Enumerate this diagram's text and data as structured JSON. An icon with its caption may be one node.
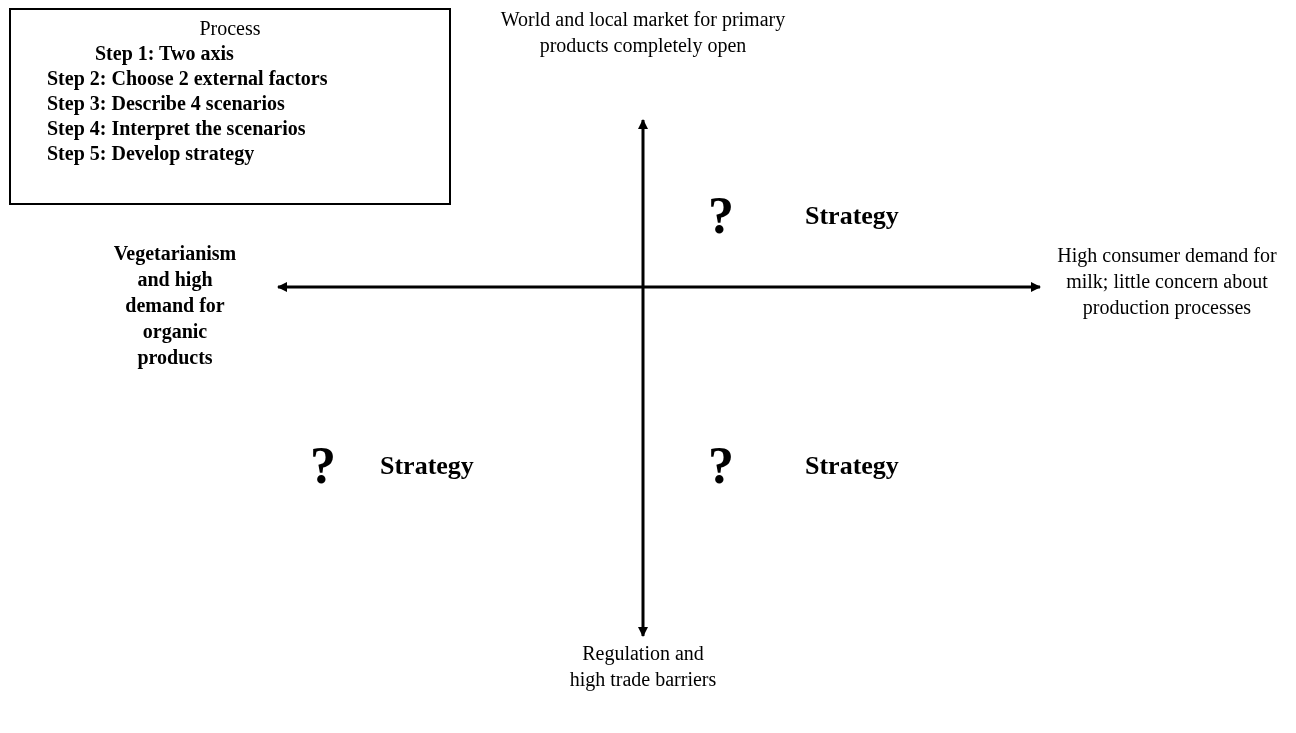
{
  "diagram": {
    "nodes": [
      {
        "text": [
          "Process",
          "Step 1: Two axis",
          "Step 2: Choose 2 external factors",
          "Step 3: Describe 4 scenarios",
          "Step 4: Interpret the scenarios",
          "Step 5: Develop strategy"
        ]
      },
      {
        "text": [
          "World and local market for primary products completely open"
        ]
      },
      {
        "text": [
          "Vegetarianism and high demand for organic products"
        ]
      },
      {
        "text": [
          "High consumer demand for milk; little concern about production processes"
        ]
      },
      {
        "text": [
          "Regulation and high trade barriers"
        ]
      }
    ],
    "edges": [
      {
        "from": 2,
        "to": 3,
        "arrow": "both"
      },
      {
        "from": 1,
        "to": 4,
        "arrow": "both"
      }
    ],
    "labels": [
      "?",
      "Strategy",
      "?",
      "Strategy",
      "?",
      "Strategy"
    ]
  }
}
